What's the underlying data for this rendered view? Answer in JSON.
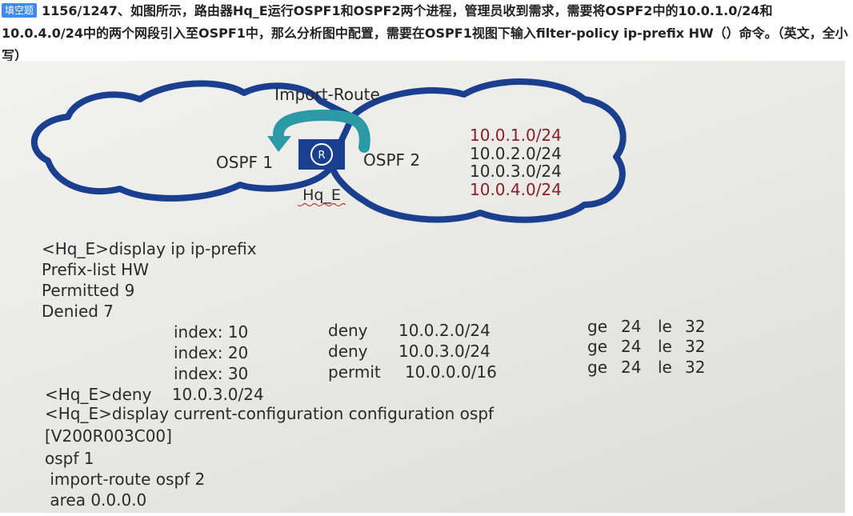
{
  "question": {
    "badge": "填空题",
    "text": "1156/1247、如图所示，路由器Hq_E运行OSPF1和OSPF2两个进程，管理员收到需求，需要将OSPF2中的10.0.1.0/24和10.0.4.0/24中的两个网段引入至OSPF1中，那么分析图中配置，需要在OSPF1视图下输入filter-policy ip-prefix HW（）命令。（英文，全小写）"
  },
  "diagram": {
    "import_label": "Import-Route",
    "left_cloud_label": "OSPF 1",
    "right_cloud_label": "OSPF 2",
    "router_label": "Hq_E",
    "router_symbol": "R",
    "networks": [
      {
        "text": "10.0.1.0/24",
        "color": "#8a1f2a"
      },
      {
        "text": "10.0.2.0/24",
        "color": "#2a2a2a"
      },
      {
        "text": "10.0.3.0/24",
        "color": "#2a2a2a"
      },
      {
        "text": "10.0.4.0/24",
        "color": "#8a1f2a"
      }
    ],
    "cloud_color": "#1b3f8f",
    "arrow_color": "#2a9aa6"
  },
  "cli": {
    "lines_before": [
      "<Hq_E>display ip ip-prefix",
      "Prefix-list HW",
      "Permitted 9",
      "Denied 7"
    ],
    "entries": [
      {
        "index": "index: 10",
        "action": "deny",
        "prefix": "10.0.2.0/24",
        "ge": "ge",
        "ge_val": "24",
        "le": "le",
        "le_val": "32"
      },
      {
        "index": "index: 20",
        "action": "deny",
        "prefix": "10.0.3.0/24",
        "ge": "ge",
        "ge_val": "24",
        "le": "le",
        "le_val": "32"
      },
      {
        "index": "index: 30",
        "action": "permit",
        "prefix": "10.0.0.0/16",
        "ge": "ge",
        "ge_val": "24",
        "le": "le",
        "le_val": "32"
      }
    ],
    "lines_after": [
      "<Hq_E>deny    10.0.3.0/24",
      "<Hq_E>display current-configuration configuration ospf",
      "[V200R003C00]",
      "ospf 1",
      " import-route ospf 2",
      " area 0.0.0.0"
    ]
  }
}
